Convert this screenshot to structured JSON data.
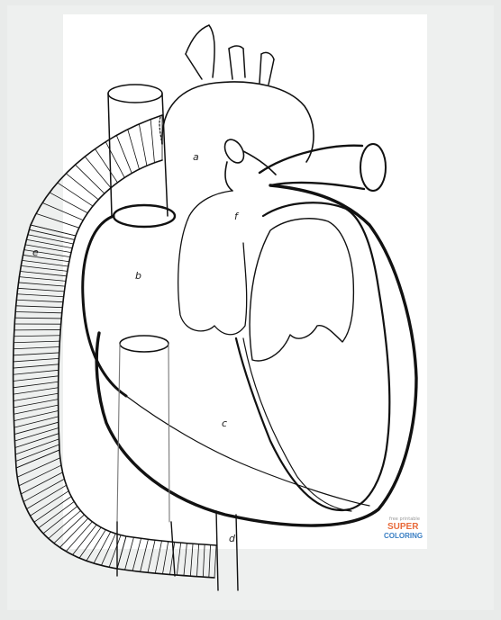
{
  "diagram": {
    "labels": {
      "a": "a",
      "b": "b",
      "c": "c",
      "d": "d",
      "e": "e",
      "f": "f"
    },
    "watermark": {
      "small": "free printable",
      "brand_top": "SUPER",
      "brand_bottom": "COLORING"
    },
    "colors": {
      "ink": "#111111",
      "paper": "#ffffff",
      "background": "#e9ebea",
      "watermark_accent": "#e86a3a",
      "watermark_blue": "#3a7fc4"
    }
  }
}
